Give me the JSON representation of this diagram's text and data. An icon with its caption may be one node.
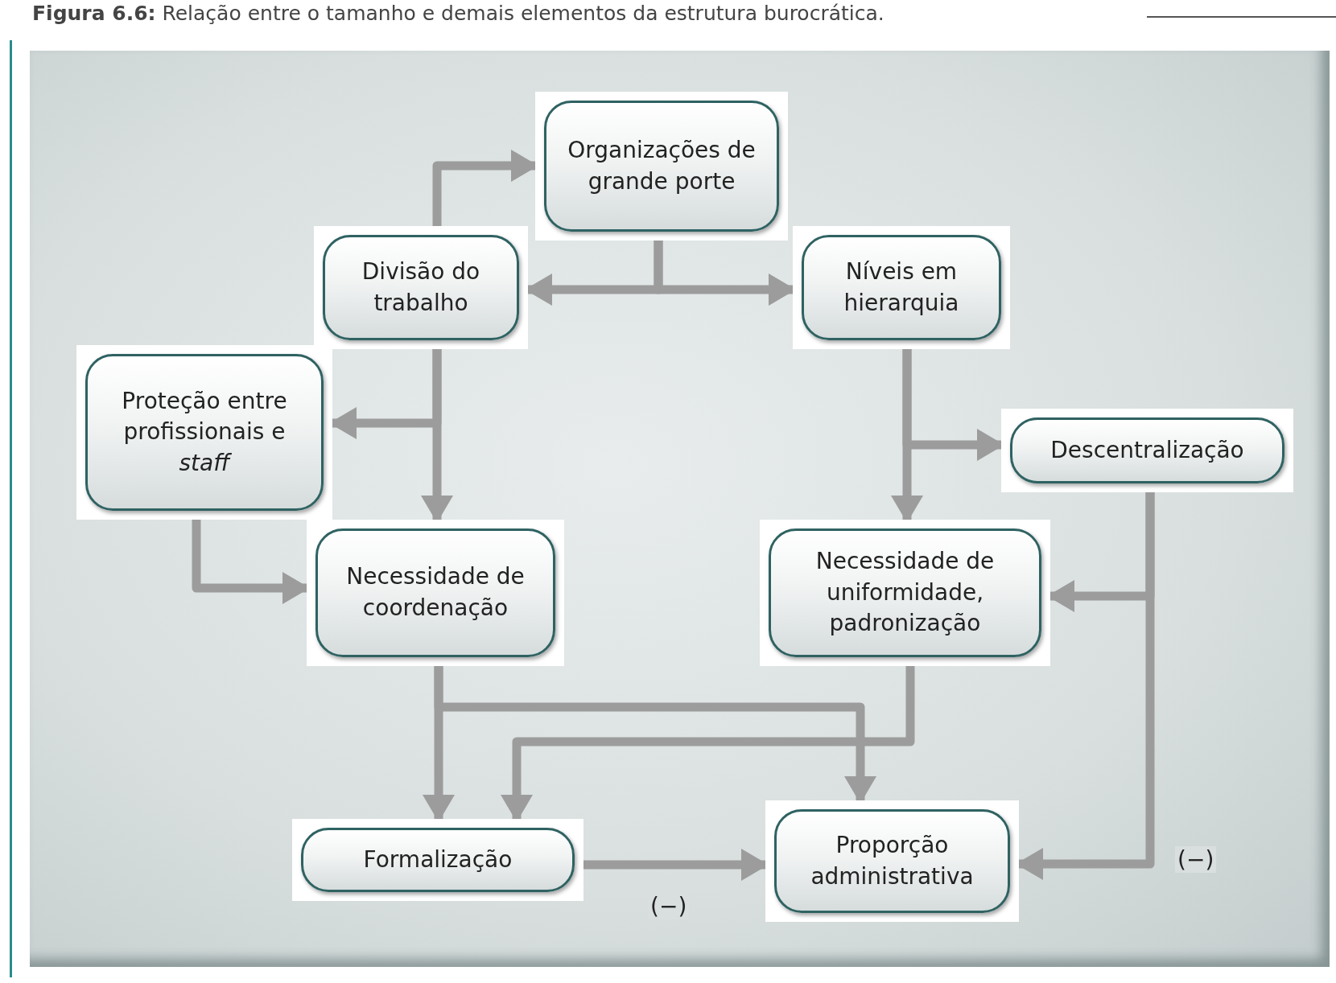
{
  "diagram": {
    "title": "**Figura 6.6:** Relação entre o tamanho e demais elementos da estrutura burocrática.",
    "nodes": [
      {
        "text": [
          "Organizações de grande porte"
        ]
      },
      {
        "text": [
          "Divisão do trabalho"
        ]
      },
      {
        "text": [
          "Níveis em hierarquia"
        ]
      },
      {
        "text": [
          "Proteção entre profissionais e *staff*"
        ]
      },
      {
        "text": [
          "Descentralização"
        ]
      },
      {
        "text": [
          "Necessidade de coordenação"
        ]
      },
      {
        "text": [
          "Necessidade de uniformidade, padronização"
        ]
      },
      {
        "text": [
          "Formalização"
        ]
      },
      {
        "text": [
          "Proporção administrativa"
        ]
      }
    ],
    "edges": [
      {
        "from": 1,
        "to": 0,
        "arrow": "to"
      },
      {
        "from": 0,
        "to": 1,
        "arrow": "to"
      },
      {
        "from": 0,
        "to": 2,
        "arrow": "to"
      },
      {
        "from": 1,
        "to": 5,
        "arrow": "to"
      },
      {
        "from": 1,
        "to": 3,
        "arrow": "to"
      },
      {
        "from": 3,
        "to": 5,
        "arrow": "to"
      },
      {
        "from": 2,
        "to": 6,
        "arrow": "to"
      },
      {
        "from": 2,
        "to": 4,
        "arrow": "to"
      },
      {
        "from": 4,
        "to": 6,
        "arrow": "to"
      },
      {
        "from": 4,
        "to": 8,
        "arrow": "to",
        "label": "(−)"
      },
      {
        "from": 5,
        "to": 7,
        "arrow": "to"
      },
      {
        "from": 5,
        "to": 8,
        "arrow": "to"
      },
      {
        "from": 6,
        "to": 7,
        "arrow": "to"
      },
      {
        "from": 7,
        "to": 8,
        "arrow": "to",
        "label": "(−)"
      }
    ]
  }
}
